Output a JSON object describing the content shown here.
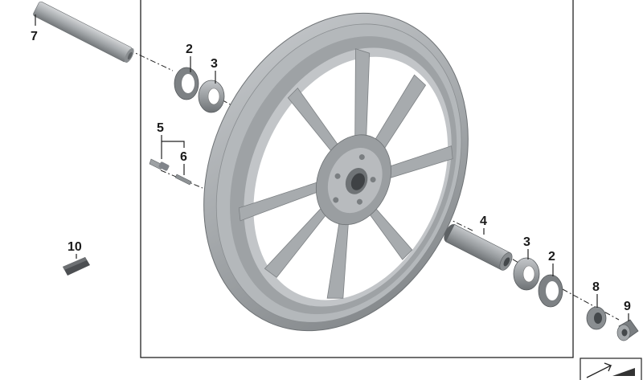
{
  "diagram": {
    "callouts": {
      "axle": "7",
      "spacer_ring_left": "2",
      "bearing_left": "3",
      "valve_assembly": "5",
      "valve_insert": "6",
      "distance_sleeve": "4",
      "bearing_right": "3",
      "spacer_ring_right": "2",
      "washer": "8",
      "axle_nut": "9",
      "balance_weight": "10"
    },
    "colors": {
      "rim": "#a9adb0",
      "rim_dark": "#7c8083",
      "parts": "#8d9194",
      "background": "#ffffff",
      "frame": "#222222"
    }
  }
}
